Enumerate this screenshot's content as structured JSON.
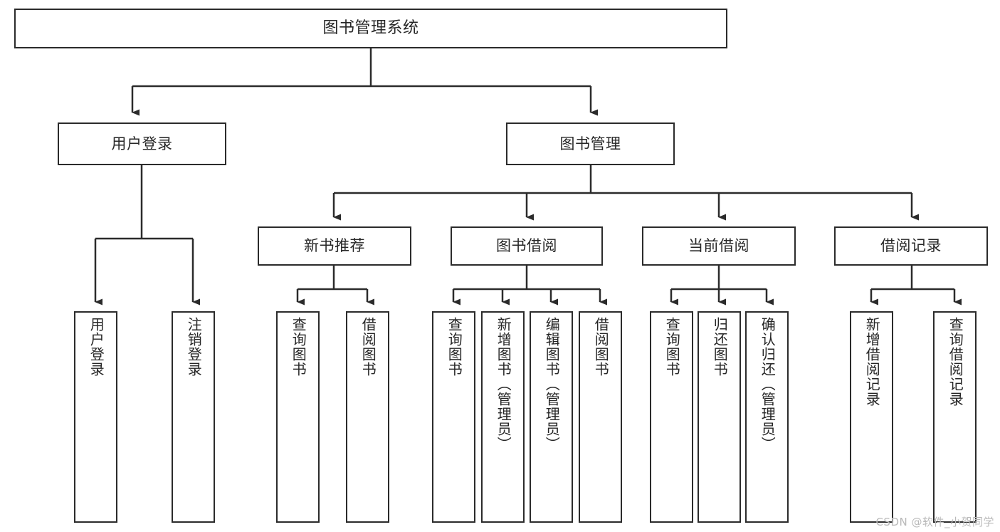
{
  "diagram": {
    "title": "图书管理系统",
    "watermark": "CSDN @软件_小贺同学",
    "colors": {
      "stroke": "#2b2b2b",
      "fill": "#ffffff",
      "text": "#262626",
      "watermark": "#b9b9b9"
    },
    "levels": {
      "root": {
        "label": "图书管理系统"
      },
      "level1": [
        {
          "label": "用户登录"
        },
        {
          "label": "图书管理"
        }
      ],
      "level2": [
        {
          "label": "新书推荐"
        },
        {
          "label": "图书借阅"
        },
        {
          "label": "当前借阅"
        },
        {
          "label": "借阅记录"
        }
      ],
      "leaves": {
        "user_login": [
          {
            "label": "用户登录"
          },
          {
            "label": "注销登录"
          }
        ],
        "new_book_recommend": [
          {
            "label": "查询图书"
          },
          {
            "label": "借阅图书"
          }
        ],
        "book_borrow": [
          {
            "label": "查询图书"
          },
          {
            "label": "新增图书（管理员）"
          },
          {
            "label": "编辑图书（管理员）"
          },
          {
            "label": "借阅图书"
          }
        ],
        "current_borrow": [
          {
            "label": "查询图书"
          },
          {
            "label": "归还图书"
          },
          {
            "label": "确认归还（管理员）"
          }
        ],
        "borrow_record": [
          {
            "label": "新增借阅记录"
          },
          {
            "label": "查询借阅记录"
          }
        ]
      }
    }
  }
}
